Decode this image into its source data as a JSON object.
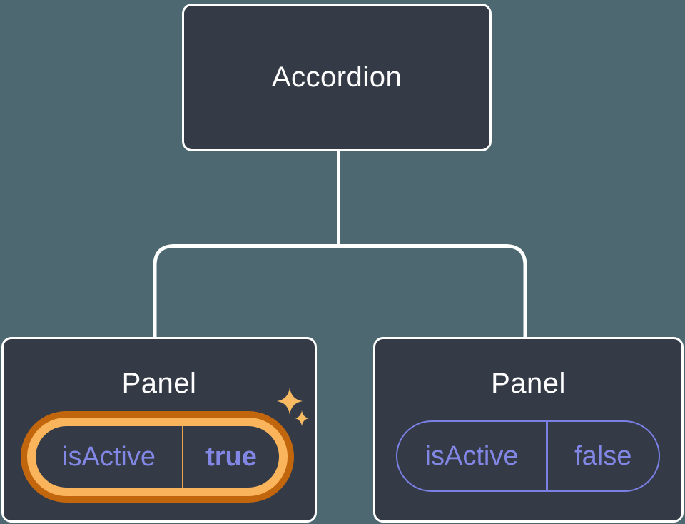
{
  "diagram": {
    "description": "Component tree: Accordion parent with two Panel children showing isActive prop state",
    "root_node": {
      "label": "Accordion"
    },
    "child_nodes": [
      {
        "label": "Panel",
        "prop_name": "isActive",
        "prop_value": "true",
        "highlighted": true
      },
      {
        "label": "Panel",
        "prop_name": "isActive",
        "prop_value": "false",
        "highlighted": false
      }
    ]
  },
  "icons": {
    "sparkles_icon": "two four-point stars ✦ marking the highlighted/changed prop"
  },
  "colors": {
    "background": "#4D6870",
    "node_fill": "#343A46",
    "node_border": "#FFFFFF",
    "connector_line": "#FFFFFF",
    "title_text": "#FFFFFF",
    "prop_text": "#8287E6",
    "prop_pill_border": "#7A80E6",
    "highlight_ring_inner": "#FAB55C",
    "highlight_ring_outer": "#C2660E",
    "highlight_divider": "#E9A24C",
    "sparkle": "#F8BA62"
  }
}
